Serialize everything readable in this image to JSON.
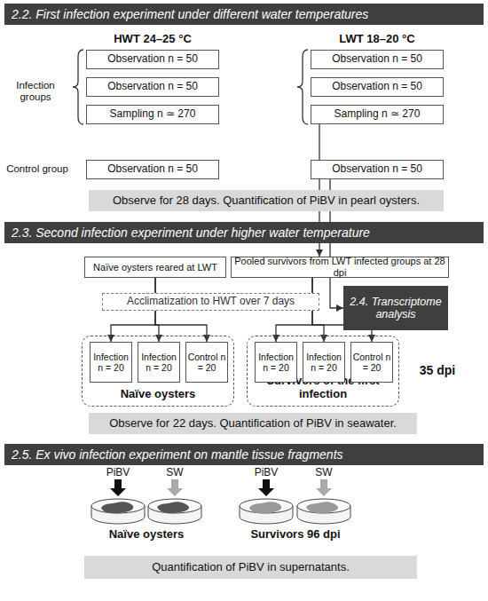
{
  "diagram": {
    "nodes": [
      {
        "text": [
          "2.2. First infection experiment under different water temperatures"
        ]
      },
      {
        "text": [
          "Observation n = 50"
        ]
      },
      {
        "text": [
          "Observation n = 50"
        ]
      },
      {
        "text": [
          "Observation n = 50"
        ]
      },
      {
        "text": [
          "Observation n = 50"
        ]
      },
      {
        "text": [
          "Sampling n ≃ 270"
        ]
      },
      {
        "text": [
          "Sampling n ≃ 270"
        ]
      },
      {
        "text": [
          "Observation n = 50"
        ]
      },
      {
        "text": [
          "Observation n = 50"
        ]
      },
      {
        "text": [
          "Observe for 28 days. Quantification of PiBV in pearl oysters."
        ]
      },
      {
        "text": [
          "2.3. Second infection experiment under higher water temperature"
        ]
      },
      {
        "text": [
          "Naïve oysters reared at LWT"
        ]
      },
      {
        "text": [
          "Pooled survivors from LWT infected groups at 28 dpi"
        ]
      },
      {
        "text": [
          "Acclimatization to HWT over 7 days"
        ]
      },
      {
        "text": [
          "2.4. Transcriptome analysis"
        ]
      },
      {
        "text": [
          "Naïve oysters"
        ]
      },
      {
        "text": [
          "Infection n = 20"
        ],
        "in": 15
      },
      {
        "text": [
          "Infection n = 20"
        ],
        "in": 15
      },
      {
        "text": [
          "Control n = 20"
        ],
        "in": 15
      },
      {
        "text": [
          "Survivors of the first infection"
        ]
      },
      {
        "text": [
          "Infection n = 20"
        ],
        "in": 19
      },
      {
        "text": [
          "Infection n = 20"
        ],
        "in": 19
      },
      {
        "text": [
          "Control n = 20"
        ],
        "in": 19
      },
      {
        "text": [
          "Observe for 22 days. Quantification of PiBV in seawater."
        ]
      },
      {
        "text": [
          "2.5. Ex vivo infection experiment on mantle tissue fragments"
        ]
      },
      {
        "text": [
          "Quantification of PiBV in supernatants."
        ]
      }
    ],
    "edges": [
      {
        "from": 6,
        "to": 12,
        "arrow": "to"
      },
      {
        "from": 8,
        "to": 14,
        "arrow": "to"
      },
      {
        "from": 11,
        "to": 16,
        "arrow": "to"
      },
      {
        "from": 11,
        "to": 17,
        "arrow": "to"
      },
      {
        "from": 11,
        "to": 18,
        "arrow": "to"
      },
      {
        "from": 12,
        "to": 20,
        "arrow": "to"
      },
      {
        "from": 12,
        "to": 21,
        "arrow": "to"
      },
      {
        "from": 12,
        "to": 22,
        "arrow": "to"
      }
    ],
    "labels": [
      "HWT 24–25 °C",
      "LWT 18–20 °C",
      "Infection groups",
      "Control group",
      "35 dpi",
      "PiBV",
      "SW",
      "PiBV",
      "SW",
      "Naïve oysters",
      "Survivors 96 dpi"
    ]
  }
}
